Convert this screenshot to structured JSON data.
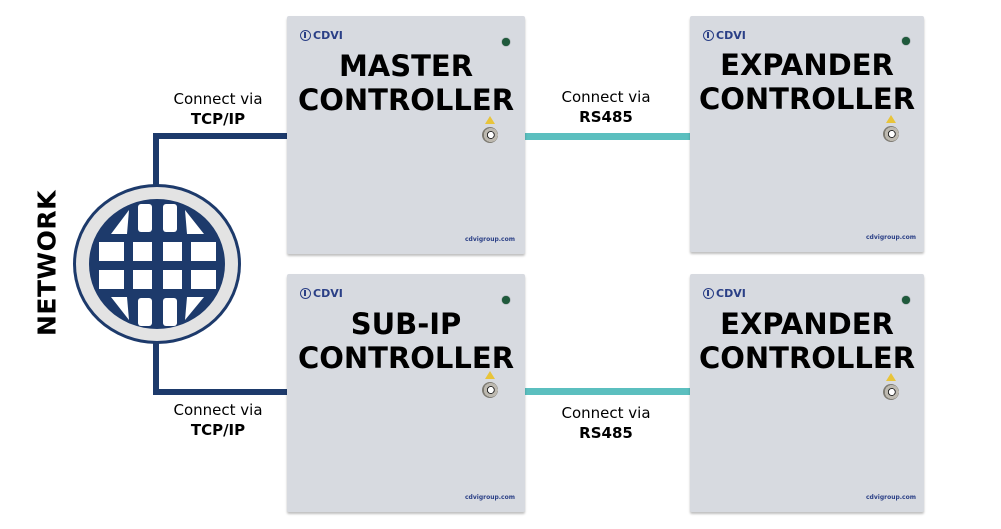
{
  "network": {
    "label": "NETWORK",
    "icon": "globe-icon"
  },
  "connections": {
    "top_left": {
      "line1": "Connect via",
      "line2": "TCP/IP"
    },
    "bottom_left": {
      "line1": "Connect via",
      "line2": "TCP/IP"
    },
    "top_right": {
      "line1": "Connect via",
      "line2": "RS485"
    },
    "bottom_right": {
      "line1": "Connect via",
      "line2": "RS485"
    }
  },
  "controllers": {
    "master": {
      "brand": "CDVI",
      "line1": "MASTER",
      "line2": "CONTROLLER",
      "url": "cdvigroup.com"
    },
    "expander_top": {
      "brand": "CDVI",
      "line1": "EXPANDER",
      "line2": "CONTROLLER",
      "url": "cdvigroup.com"
    },
    "sub_ip": {
      "brand": "CDVI",
      "line1": "SUB-IP",
      "line2": "CONTROLLER",
      "url": "cdvigroup.com"
    },
    "expander_bottom": {
      "brand": "CDVI",
      "line1": "EXPANDER",
      "line2": "CONTROLLER",
      "url": "cdvigroup.com"
    }
  },
  "colors": {
    "tcp_ip_line": "#1d3a6b",
    "rs485_line": "#5bbfbf",
    "globe": "#1d3a6b",
    "box": "#d7dae0",
    "brand": "#2a3f86"
  }
}
